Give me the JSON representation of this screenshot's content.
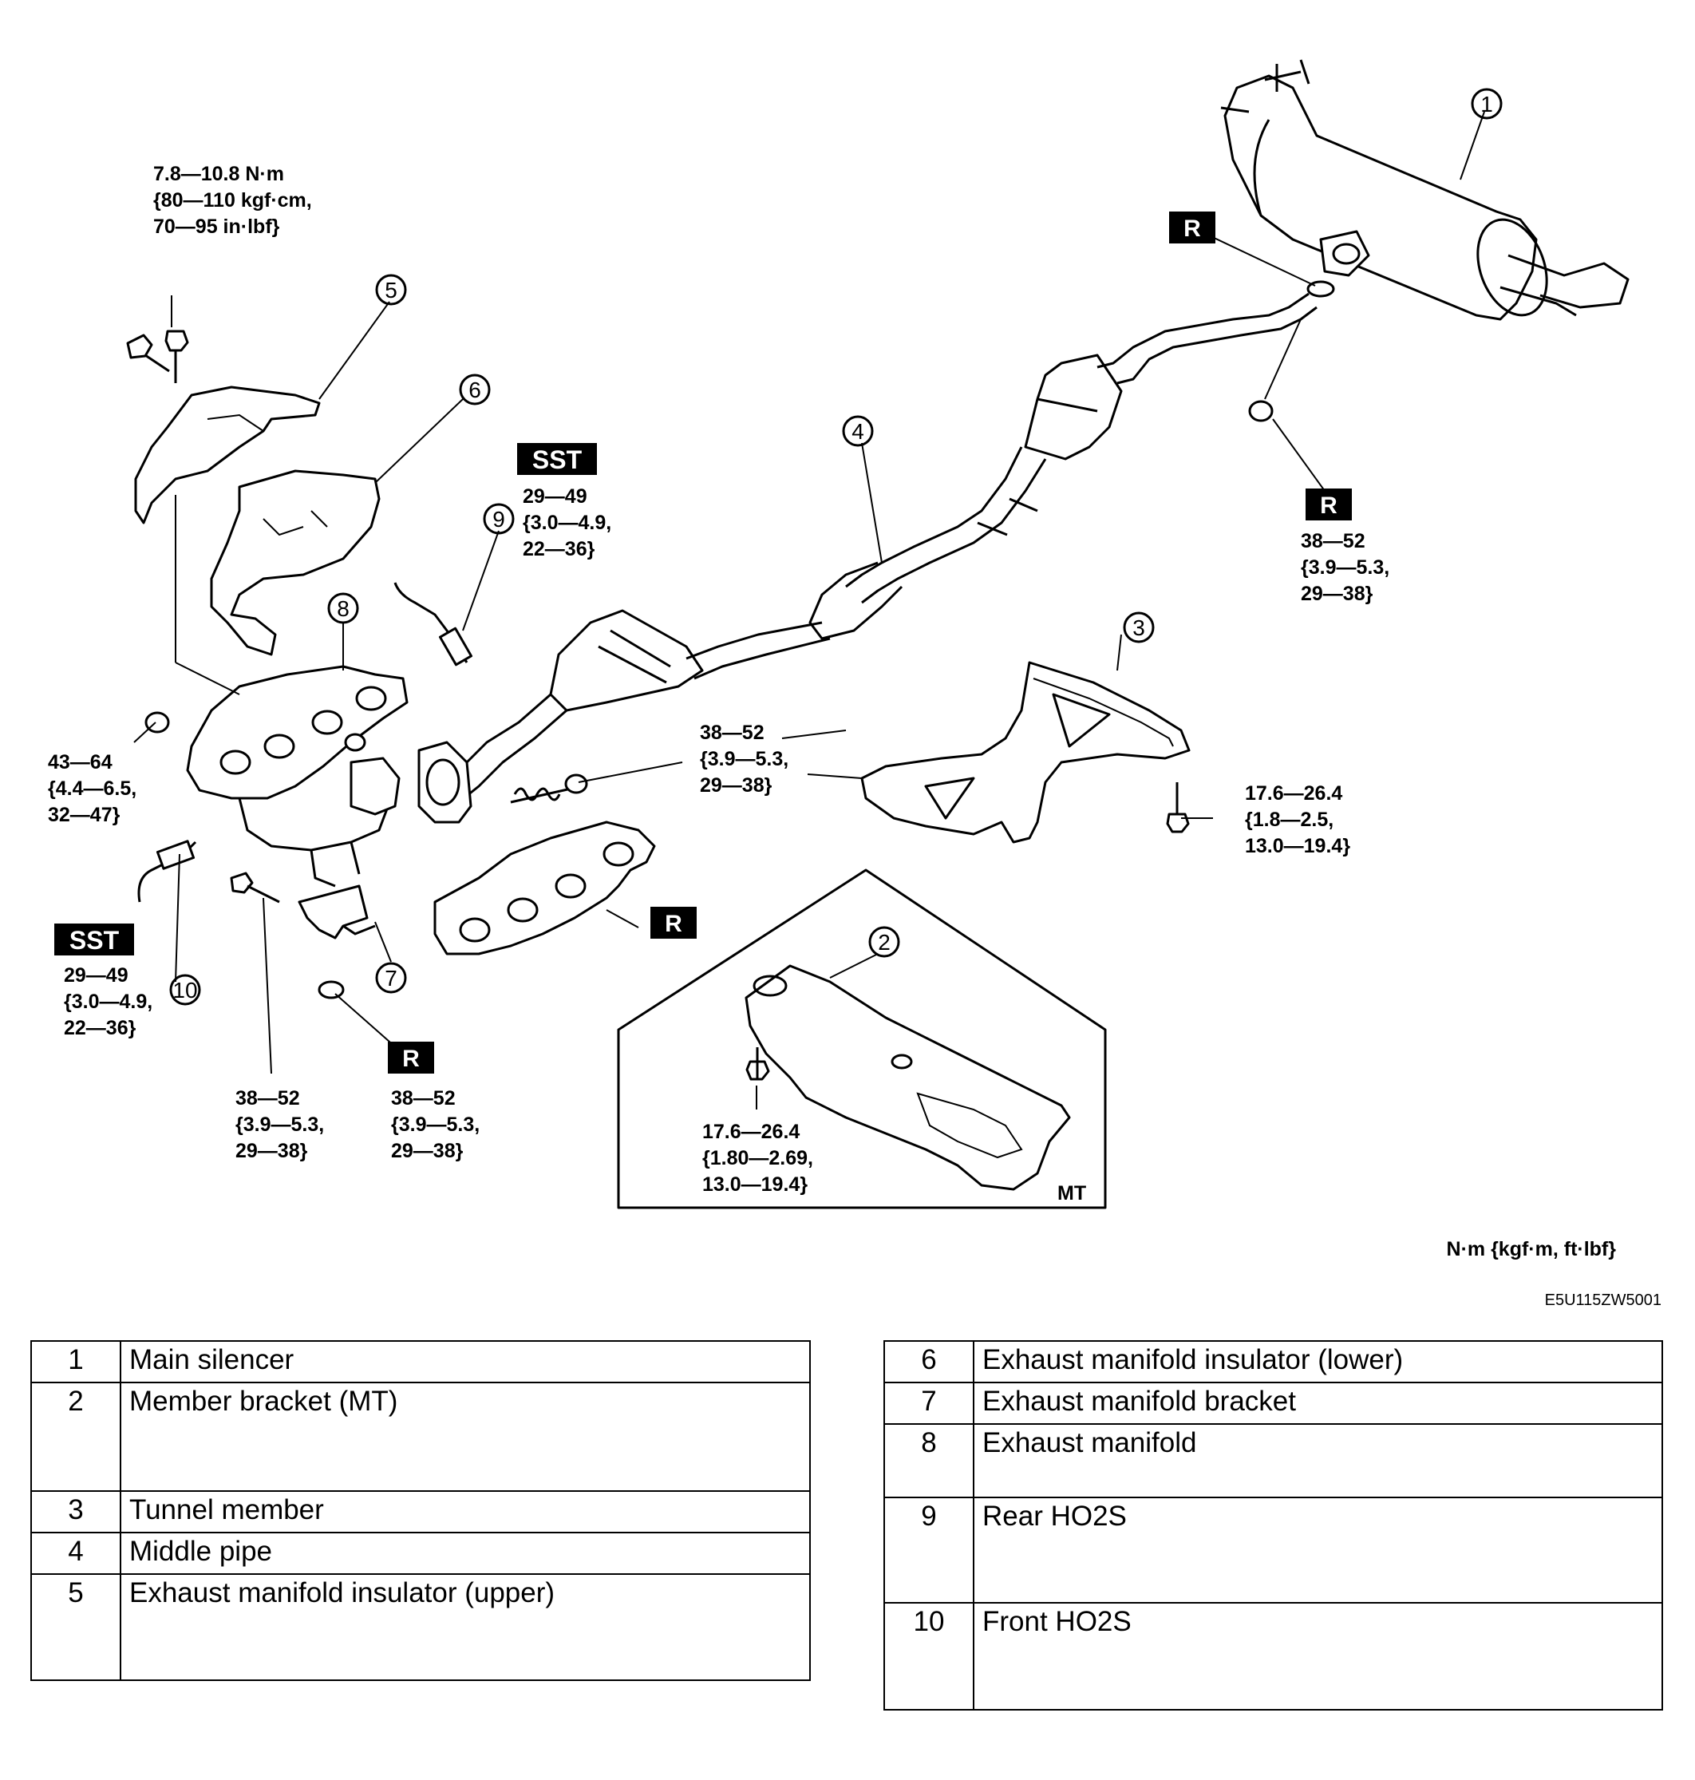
{
  "torques": {
    "t_bolt5_l1": "7.8—10.8 N·m",
    "t_bolt5_l2": "{80—110 kgf·cm,",
    "t_bolt5_l3": "70—95 in·lbf}",
    "t_sst9_l1": "29—49",
    "t_sst9_l2": "{3.0—4.9,",
    "t_sst9_l3": "22—36}",
    "t_nut1_l1": "38—52",
    "t_nut1_l2": "{3.9—5.3,",
    "t_nut1_l3": "29—38}",
    "t_mid_l1": "38—52",
    "t_mid_l2": "{3.9—5.3,",
    "t_mid_l3": "29—38}",
    "t_man_l1": "43—64",
    "t_man_l2": "{4.4—6.5,",
    "t_man_l3": "32—47}",
    "t_tun_l1": "17.6—26.4",
    "t_tun_l2": "{1.8—2.5,",
    "t_tun_l3": "13.0—19.4}",
    "t_sst10_l1": "29—49",
    "t_sst10_l2": "{3.0—4.9,",
    "t_sst10_l3": "22—36}",
    "t_brk_l1": "38—52",
    "t_brk_l2": "{3.9—5.3,",
    "t_brk_l3": "29—38}",
    "t_r7_l1": "38—52",
    "t_r7_l2": "{3.9—5.3,",
    "t_r7_l3": "29—38}",
    "t_mt_l1": "17.6—26.4",
    "t_mt_l2": "{1.80—2.69,",
    "t_mt_l3": "13.0—19.4}"
  },
  "tags": {
    "sst": "SST",
    "r": "R",
    "mt": "MT"
  },
  "callouts": {
    "c1": "1",
    "c2": "2",
    "c3": "3",
    "c4": "4",
    "c5": "5",
    "c6": "6",
    "c7": "7",
    "c8": "8",
    "c9": "9",
    "c10": "10"
  },
  "units_note": "N·m {kgf·m, ft·lbf}",
  "figure_code": "E5U115ZW5001",
  "legend_left": [
    {
      "num": "1",
      "name": "Main silencer"
    },
    {
      "num": "2",
      "name": "Member bracket (MT)"
    },
    {
      "num": "3",
      "name": "Tunnel member"
    },
    {
      "num": "4",
      "name": "Middle pipe"
    },
    {
      "num": "5",
      "name": "Exhaust manifold insulator (upper)"
    }
  ],
  "legend_right": [
    {
      "num": "6",
      "name": "Exhaust manifold insulator (lower)"
    },
    {
      "num": "7",
      "name": "Exhaust manifold bracket"
    },
    {
      "num": "8",
      "name": "Exhaust manifold"
    },
    {
      "num": "9",
      "name": "Rear HO2S"
    },
    {
      "num": "10",
      "name": "Front HO2S"
    }
  ]
}
